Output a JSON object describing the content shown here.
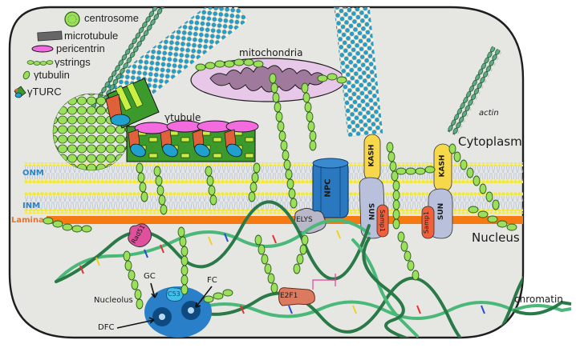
{
  "legend": {
    "items": [
      {
        "icon": "centrosome-icon",
        "label": "centrosome"
      },
      {
        "icon": "microtubule-icon",
        "label": "microtubule"
      },
      {
        "icon": "pericentrin-icon",
        "label": "pericentrin"
      },
      {
        "icon": "gamma-strings-icon",
        "label": "γstrings"
      },
      {
        "icon": "gamma-tubulin-icon",
        "label": "γtubulin"
      },
      {
        "icon": "gamma-turc-icon",
        "label": "γTURC"
      }
    ]
  },
  "structures": {
    "mitochondria": "mitochondria",
    "gamma_tubule": "γtubule",
    "actin": "actin",
    "npc": "NPC",
    "elys": "ELYS",
    "kash_left": "KASH",
    "kash_right": "KASH",
    "sun_left": "SUN",
    "sun_right": "SUN",
    "samp1_left": "Samp1",
    "samp1_right": "Samp1",
    "rad51": "Rad51",
    "c53": "C53",
    "e2f1": "E2F1",
    "chromatin": "chromatin"
  },
  "membranes": {
    "onm": "ONM",
    "inm": "INM",
    "lamina": "Lamina"
  },
  "regions": {
    "cytoplasm": "Cytoplasm",
    "nucleus": "Nucleus"
  },
  "nucleolus": {
    "label": "Nucleolus",
    "gc": "GC",
    "fc": "FC",
    "dfc": "DFC"
  },
  "colors": {
    "cell_fill": "#e6e6e2",
    "cell_border": "#1e1e1e",
    "gamma_tubulin": "#9be05a",
    "gamma_tubulin_stroke": "#2e5a1a",
    "microtubule_blue": "#1fa0cf",
    "microtubule_white": "#fdf8e4",
    "actin": "#5cae82",
    "pericentrin": "#f26ce0",
    "membrane_yellow": "#f5ea2a",
    "membrane_lipid": "#b8c4e0",
    "lamina": "#f57a12",
    "npc": "#2a78c0",
    "kash": "#f7d84a",
    "sun": "#b8c0dc",
    "samp1": "#f0603c",
    "elys": "#b8b8c8",
    "rad51": "#e0509c",
    "e2f1": "#dc7a60",
    "nucleolus": "#2a80c8",
    "mito_outer": "#e8c8e8",
    "mito_inner": "#a07a9c"
  }
}
